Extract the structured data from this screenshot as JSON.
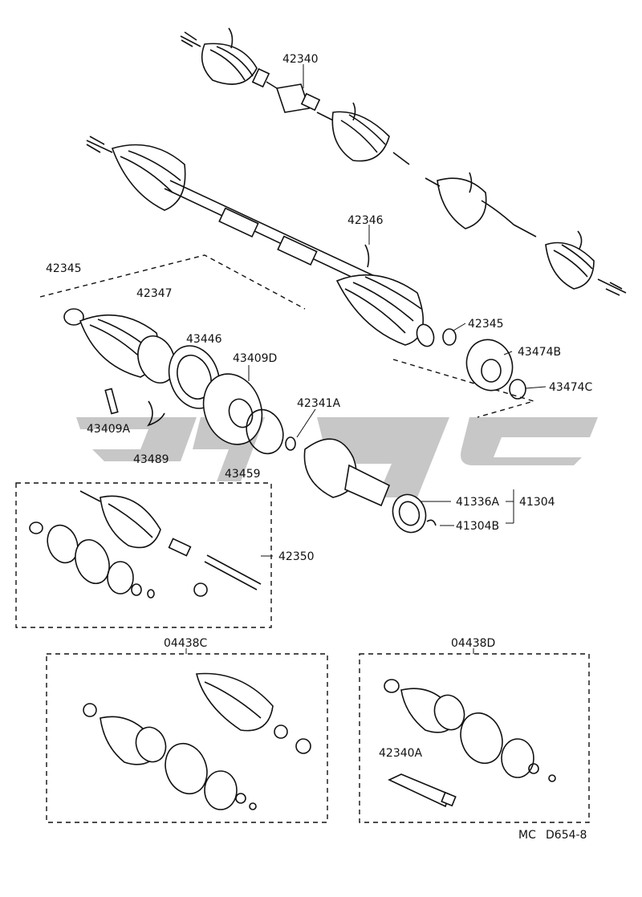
{
  "callouts": {
    "c42340": "42340",
    "c42346": "42346",
    "c42345_left": "42345",
    "c42347": "42347",
    "c42345_right": "42345",
    "c43446": "43446",
    "c43409D": "43409D",
    "c43474B": "43474B",
    "c43474C": "43474C",
    "c42341A": "42341A",
    "c43409A": "43409A",
    "c43489": "43489",
    "c43459": "43459",
    "c41336A": "41336A",
    "c41304": "41304",
    "c41304B": "41304B",
    "c42350": "42350",
    "c04438C": "04438C",
    "c04438D": "04438D",
    "c42340A": "42340A"
  },
  "footer": {
    "code_left": "MC",
    "code_right": "D654-8"
  },
  "colors": {
    "line": "#111111",
    "watermark": "#bdbdbd",
    "background": "#ffffff"
  }
}
